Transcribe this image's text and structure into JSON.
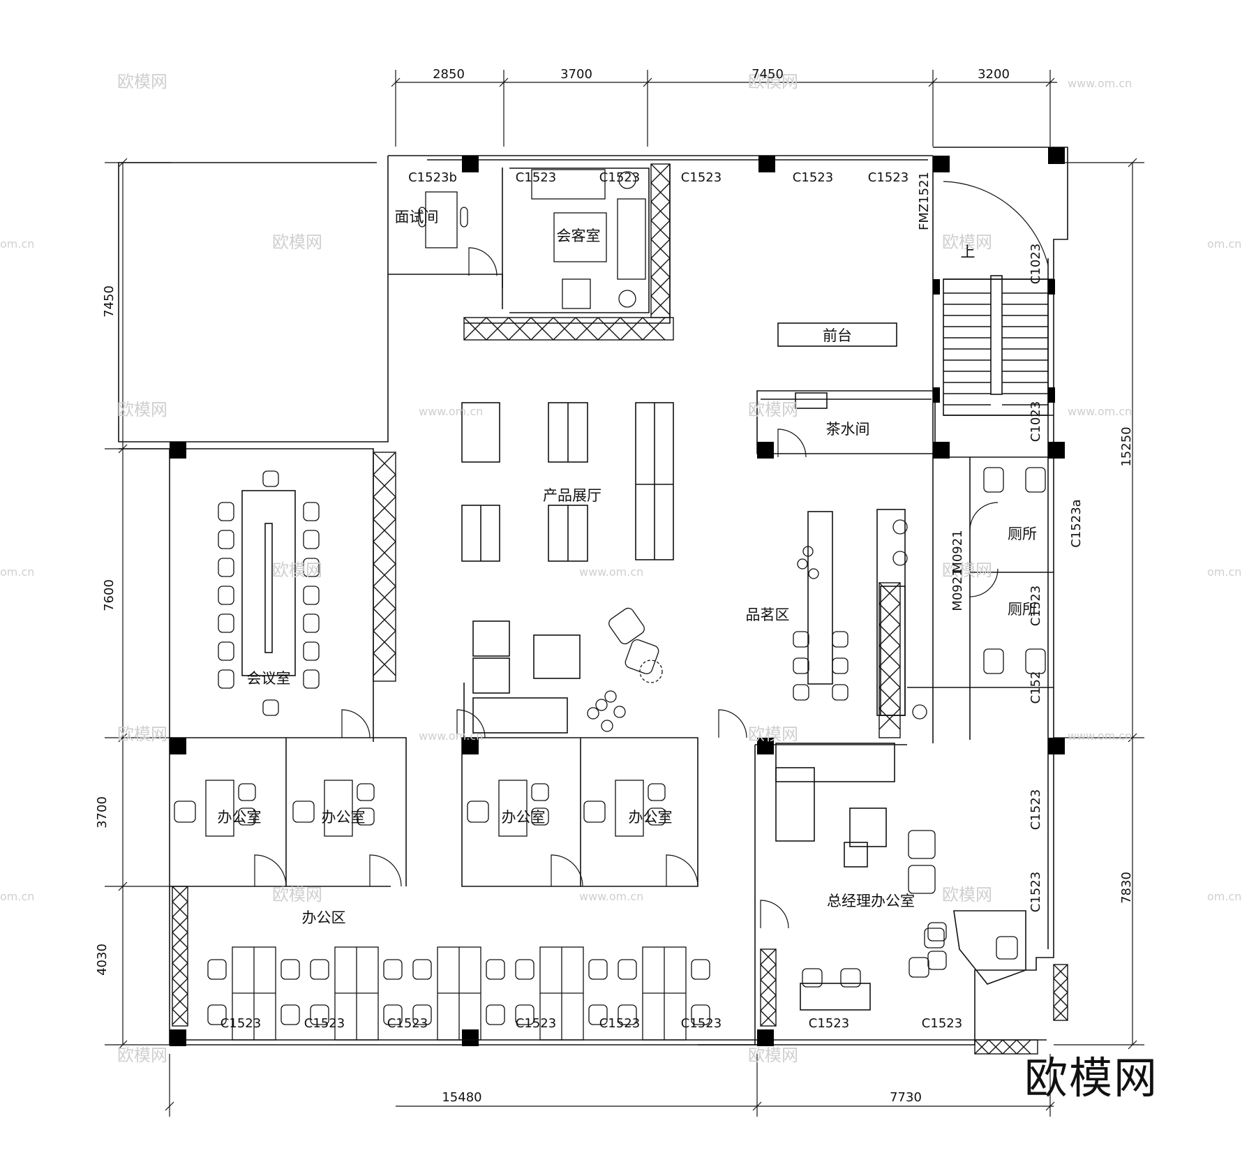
{
  "brand": "欧模网",
  "watermark": {
    "text": "欧模网",
    "url": "www.om.cn",
    "short": "om.cn"
  },
  "dimensions": {
    "top": [
      "2850",
      "3700",
      "7450",
      "3200"
    ],
    "left": [
      "7450",
      "7600",
      "3700",
      "4030"
    ],
    "right": [
      "15250",
      "7830"
    ],
    "bottom": [
      "15480",
      "7730"
    ]
  },
  "rooms": {
    "interview": "面试间",
    "reception": "会客室",
    "front_desk": "前台",
    "tea_room": "茶水间",
    "showroom": "产品展厅",
    "meeting": "会议室",
    "tea_area": "品茗区",
    "toilet": "厕所",
    "office": "办公室",
    "office_area": "办公区",
    "gm_office": "总经理办公室",
    "stair_up": "上"
  },
  "window_labels": {
    "c1523": "C1523",
    "c1523b": "C1523b",
    "c1523a": "C1523a",
    "c1023": "C1023",
    "c152": "C152",
    "fmz1521": "FMZ1521",
    "m0921": "M0921"
  }
}
